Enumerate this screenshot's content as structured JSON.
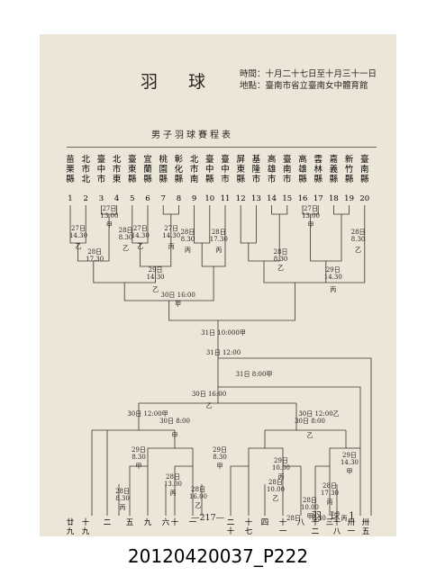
{
  "title": "羽 球",
  "meta": {
    "time": "時間：十月二十七日至十月三十一日",
    "place": "地點：臺南市省立臺南女中體育館"
  },
  "subtitle": "男子羽球賽程表",
  "teams": [
    {
      "name": "苗栗縣",
      "no": "1"
    },
    {
      "name": "北市北",
      "no": "2"
    },
    {
      "name": "臺中市",
      "no": "3"
    },
    {
      "name": "北市東",
      "no": "4"
    },
    {
      "name": "臺東縣",
      "no": "5"
    },
    {
      "name": "宜蘭縣",
      "no": "6"
    },
    {
      "name": "桃園縣",
      "no": "7"
    },
    {
      "name": "彰化縣",
      "no": "8"
    },
    {
      "name": "北市南",
      "no": "9"
    },
    {
      "name": "臺中縣",
      "no": "10"
    },
    {
      "name": "臺中市",
      "no": "11"
    },
    {
      "name": "屏東縣",
      "no": "12"
    },
    {
      "name": "基隆市",
      "no": "13"
    },
    {
      "name": "高雄市",
      "no": "14"
    },
    {
      "name": "臺南市",
      "no": "15"
    },
    {
      "name": "高雄縣",
      "no": "16"
    },
    {
      "name": "雲林縣",
      "no": "17"
    },
    {
      "name": "嘉義縣",
      "no": "18"
    },
    {
      "name": "新竹縣",
      "no": "19"
    },
    {
      "name": "臺南縣",
      "no": "20"
    }
  ],
  "labels": [
    "27日",
    "14.30",
    "乙",
    "27日",
    "13.00",
    "甲",
    "27日",
    "14.30",
    "乙",
    "27日",
    "14.30",
    "丙",
    "27日",
    "13.00",
    "甲",
    "28日",
    "17.30",
    "28日",
    "8.30",
    "乙",
    "28日",
    "8.30",
    "丙",
    "28日",
    "17.30",
    "丙",
    "28日",
    "8.30",
    "乙",
    "28日",
    "8.30",
    "乙",
    "29日",
    "14.30",
    "乙",
    "29日",
    "14.30",
    "丙",
    "30日 16:00",
    "甲",
    "31日 10:000甲",
    "31日 12:00",
    "31日 8:00甲",
    "30日 16:00",
    "乙",
    "30日 12:00甲",
    "30日 12:00乙",
    "30日 8:00",
    "甲",
    "30日 8:00",
    "乙",
    "29日",
    "8.30",
    "甲",
    "29日",
    "8.30",
    "甲",
    "29日",
    "10.00",
    "丙",
    "29日",
    "14.30",
    "甲",
    "28日",
    "13.00",
    "丙",
    "28日",
    "16.00",
    "乙",
    "28日",
    "10.00",
    "乙",
    "28日",
    "17.30",
    "丙",
    "28日",
    "8.30",
    "丙",
    "28日",
    "10.00",
    "甲",
    "28日",
    "8.30",
    "丙"
  ],
  "bottom_numbers": [
    "廿九",
    "十九",
    "二",
    "五",
    "九",
    "六",
    "十",
    "一",
    "二十",
    "十七",
    "四",
    "十一",
    "八",
    "十二",
    "三",
    "十八",
    "卅一",
    "卅五"
  ],
  "footer": {
    "page": "—217—",
    "label": "羽 球 1"
  },
  "caption": "20120420037_P222"
}
